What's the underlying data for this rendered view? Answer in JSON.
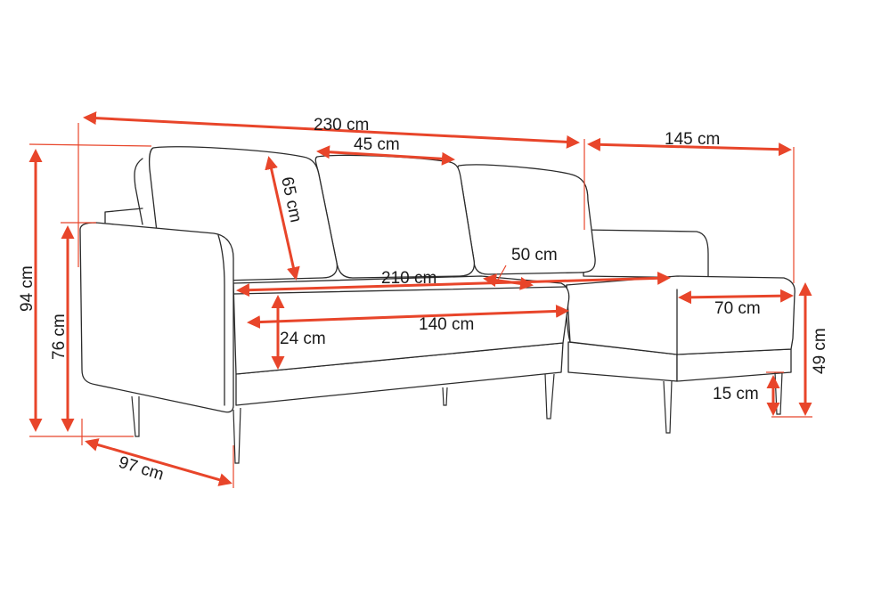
{
  "colors": {
    "dimension": "#e8452a",
    "outline": "#2b2b2b",
    "background": "#ffffff"
  },
  "labels": {
    "total_width": "230 cm",
    "cushion_width": "45 cm",
    "chaise_length": "145 cm",
    "backrest_height": "65 cm",
    "seat_width": "210 cm",
    "seat_depth": "50 cm",
    "bed_length": "140 cm",
    "seat_thickness": "24 cm",
    "chaise_width": "70 cm",
    "total_height": "94 cm",
    "arm_height": "76 cm",
    "chaise_height": "49 cm",
    "leg_height": "15 cm",
    "total_depth": "97 cm"
  }
}
